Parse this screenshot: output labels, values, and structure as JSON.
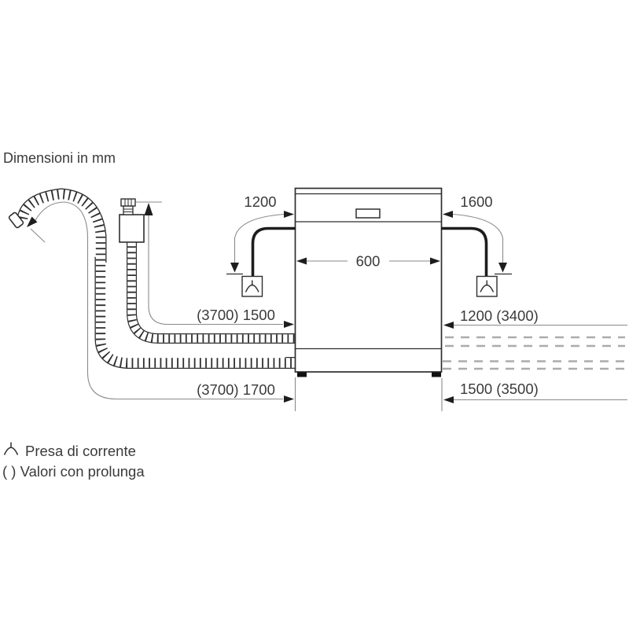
{
  "title": "Dimensioni in mm",
  "dimensions": {
    "appliance_width": "600",
    "cable_left": "1200",
    "cable_right": "1600",
    "supply_hose_left": "(3700) 1500",
    "drain_hose_left": "(3700) 1700",
    "supply_hose_right": "1200 (3400)",
    "drain_hose_right": "1500 (3500)"
  },
  "legend": {
    "socket": "Presa di corrente",
    "extension_values": "( ) Valori con prolunga"
  },
  "icons": {
    "socket_symbol": "power-socket-symbol"
  },
  "colors": {
    "line": "#2e2e2e",
    "leader": "#8a8a8a",
    "dash": "#ababab",
    "text": "#3a3a3a",
    "background": "#ffffff"
  }
}
